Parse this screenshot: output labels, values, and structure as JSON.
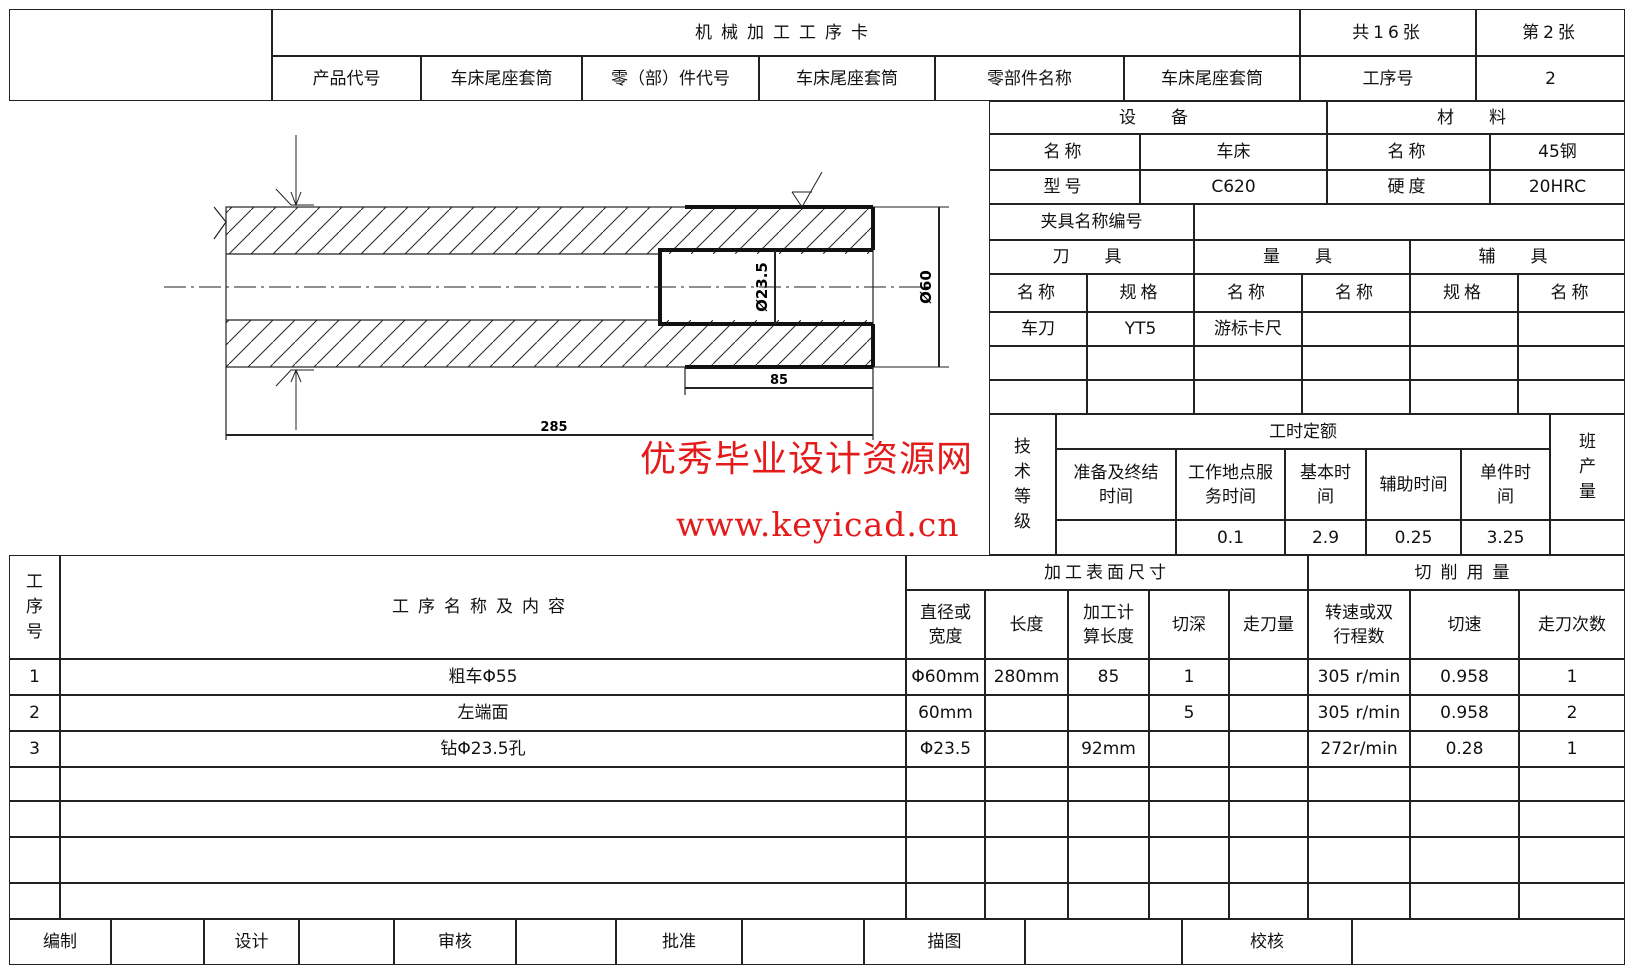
{
  "header": {
    "title": "机械加工工序卡",
    "total_sheets": "共16张",
    "sheet_no": "第2张",
    "row2": [
      "产品代号",
      "车床尾座套筒",
      "零（部）件代号",
      "车床尾座套筒",
      "零部件名称",
      "车床尾座套筒",
      "工序号",
      "2"
    ]
  },
  "equipment": {
    "header": "设　备",
    "name_label": "名称",
    "name_value": "车床",
    "model_label": "型号",
    "model_value": "C620"
  },
  "material": {
    "header": "材　料",
    "name_label": "名称",
    "name_value": "45钢",
    "hardness_label": "硬度",
    "hardness_value": "20HRC"
  },
  "fixture": {
    "label": "夹具名称编号",
    "value": ""
  },
  "tools": {
    "cutter_header": "刀　具",
    "gauge_header": "量　具",
    "aux_header": "辅　具",
    "col_labels": [
      "名称",
      "规格",
      "名称",
      "名称",
      "规格",
      "名称"
    ],
    "rows": [
      [
        "车刀",
        "YT5",
        "游标卡尺",
        "",
        "",
        ""
      ],
      [
        "",
        "",
        "",
        "",
        "",
        ""
      ],
      [
        "",
        "",
        "",
        "",
        "",
        ""
      ]
    ]
  },
  "time_quota": {
    "tech_grade": "技\n术\n等\n级",
    "header": "工时定额",
    "shift_output": "班\n产\n量",
    "cols": [
      "准备及终结\n时间",
      "工作地点服\n务时间",
      "基本时\n间",
      "辅助时间",
      "单件时\n间"
    ],
    "values": [
      "",
      "0.1",
      "2.9",
      "0.25",
      "3.25"
    ]
  },
  "ops": {
    "no_label": "工\n序\n号",
    "content_label": "工序名称及内容",
    "surface_header": "加工表面尺寸",
    "cutting_header": "切削用量",
    "cols": [
      "直径或\n宽度",
      "长度",
      "加工计\n算长度",
      "切深",
      "走刀量",
      "转速或双\n行程数",
      "切速",
      "走刀次数"
    ],
    "rows": [
      [
        "1",
        "粗车Φ55",
        "Φ60mm",
        "280mm",
        "85",
        "1",
        "",
        "305 r/min",
        "0.958",
        "1"
      ],
      [
        "2",
        "左端面",
        "60mm",
        "",
        "",
        "5",
        "",
        "305 r/min",
        "0.958",
        "2"
      ],
      [
        "3",
        "钻Φ23.5孔",
        "Φ23.5",
        "",
        "92mm",
        "",
        "",
        "272r/min",
        "0.28",
        "1"
      ],
      [
        "",
        "",
        "",
        "",
        "",
        "",
        "",
        "",
        "",
        ""
      ],
      [
        "",
        "",
        "",
        "",
        "",
        "",
        "",
        "",
        "",
        ""
      ],
      [
        "",
        "",
        "",
        "",
        "",
        "",
        "",
        "",
        "",
        ""
      ],
      [
        "",
        "",
        "",
        "",
        "",
        "",
        "",
        "",
        "",
        ""
      ]
    ]
  },
  "signatures": [
    "编制",
    "",
    "设计",
    "",
    "审核",
    "",
    "批准",
    "",
    "描图",
    "",
    "校核",
    ""
  ],
  "drawing": {
    "dim_od": "Ø60",
    "dim_bore": "Ø23.5",
    "dim_step": "85",
    "dim_total": "285"
  },
  "watermark": {
    "line1": "优秀毕业设计资源网",
    "line2": "www.keyicad.cn"
  }
}
